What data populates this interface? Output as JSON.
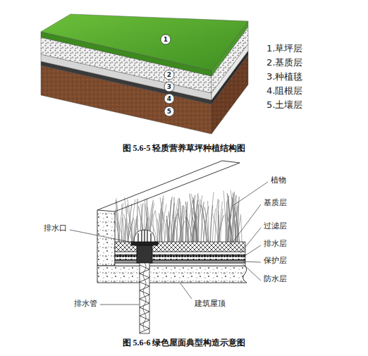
{
  "diagram": {
    "labels": [
      "1",
      "2",
      "3",
      "4",
      "5",
      "1.草坪层",
      "2.基质层",
      "3.种植毯",
      "4.阻根层",
      "5.土壤层",
      "图 5.6-5 轻质营养草坪种植结构图",
      "植物",
      "排水口",
      "基质层",
      "过滤层",
      "排水层",
      "保护层",
      "排水管",
      "建筑屋顶",
      "防水层",
      "图 5.6-6 绿色屋面典型构造示意图"
    ]
  }
}
